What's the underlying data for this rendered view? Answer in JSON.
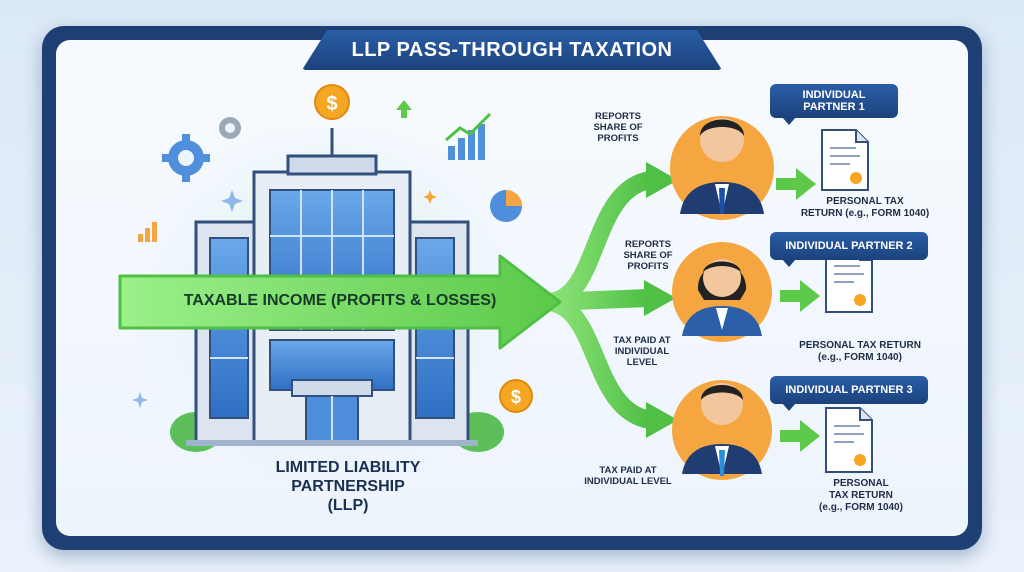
{
  "title": "LLP PASS-THROUGH TAXATION",
  "income_arrow": "TAXABLE INCOME (PROFITS & LOSSES)",
  "entity": {
    "line1": "LIMITED LIABILITY",
    "line2": "PARTNERSHIP",
    "line3": "(LLP)"
  },
  "flow_labels": {
    "reports_1": [
      "REPORTS",
      "SHARE OF",
      "PROFITS"
    ],
    "reports_2": [
      "REPORTS",
      "SHARE OF",
      "PROFITS"
    ],
    "tax_paid_2": [
      "TAX PAID AT",
      "INDIVIDUAL",
      "LEVEL"
    ],
    "tax_paid_3": [
      "TAX PAID AT",
      "INDIVIDUAL LEVEL"
    ]
  },
  "partners": [
    {
      "tag_line1": "INDIVIDUAL",
      "tag_line2": "PARTNER 1",
      "return_line1": "PERSONAL TAX",
      "return_line2": "RETURN (e.g., FORM 1040)",
      "return_line3": ""
    },
    {
      "tag_line1": "INDIVIDUAL PARTNER 2",
      "tag_line2": "",
      "return_line1": "PERSONAL TAX RETURN",
      "return_line2": "(e.g., FORM 1040)",
      "return_line3": ""
    },
    {
      "tag_line1": "INDIVIDUAL PARTNER 3",
      "tag_line2": "",
      "return_line1": "PERSONAL",
      "return_line2": "TAX RETURN",
      "return_line3": "(e.g., FORM 1040)"
    }
  ],
  "icons": {
    "dollar_symbol": "$"
  },
  "colors": {
    "frame": "#1e3f73",
    "banner": "#2a5ea6",
    "arrow_green": "#6fd65a",
    "partner_circle": "#f5a641",
    "suit": "#1f3d72"
  }
}
